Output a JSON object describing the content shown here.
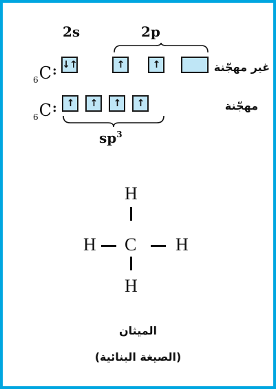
{
  "orbitals": {
    "s_label": "2s",
    "p_label": "2p"
  },
  "rows": {
    "unexcited": {
      "label": "غير مهجّنة",
      "element": "C",
      "atomic_number": "6",
      "colon": ":",
      "s_box": "↓↑",
      "p_boxes": [
        "↑",
        "↑",
        ""
      ]
    },
    "hybridized": {
      "label": "مهجّنة",
      "element": "C",
      "atomic_number": "6",
      "colon": ":",
      "boxes": [
        "↑",
        "↑",
        "↑",
        "↑"
      ]
    }
  },
  "hybrid": {
    "base": "sp",
    "exponent": "3"
  },
  "structure": {
    "center": "C",
    "top": "H",
    "left": "H",
    "right": "H",
    "bottom": "H"
  },
  "caption": {
    "name": "الميثان",
    "subtitle": "(الصيغة البنائية)"
  },
  "colors": {
    "border": "#00a6e0",
    "orbital_fill": "#bfe6f6"
  }
}
